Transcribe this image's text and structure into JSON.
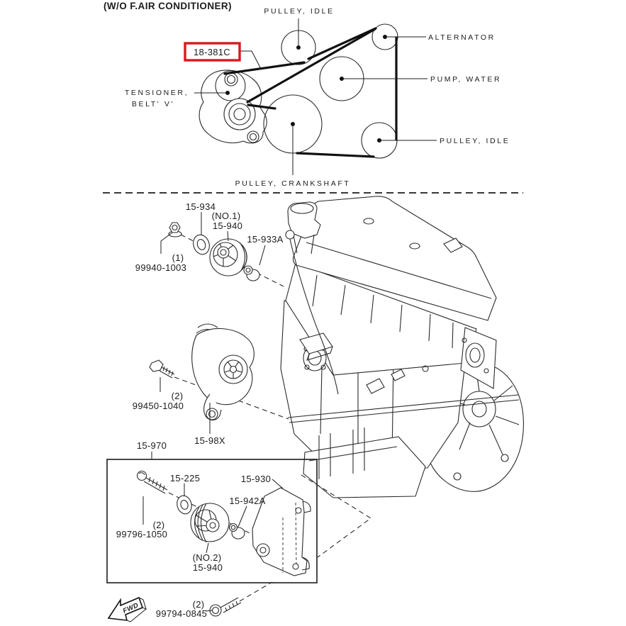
{
  "diagram": {
    "title": "(W/O F.AIR CONDITIONER)",
    "highlight_part": "18-381C",
    "belt_labels": {
      "pulley_idle_top": "PULLEY, IDLE",
      "alternator": "ALTERNATOR",
      "pump_water": "PUMP, WATER",
      "pulley_idle_bottom": "PULLEY, IDLE",
      "tensioner_line1": "TENSIONER,",
      "tensioner_line2": "BELT' V'",
      "pulley_crankshaft": "PULLEY, CRANKSHAFT"
    },
    "parts": {
      "p15_934": "15-934",
      "no1": "(NO.1)",
      "p15_940_no1": "15-940",
      "p15_933a": "15-933A",
      "qty_1": "(1)",
      "p99940_1003": "99940-1003",
      "qty_2a": "(2)",
      "p99450_1040": "99450-1040",
      "p15_98x": "15-98X",
      "p15_970": "15-970",
      "p15_225": "15-225",
      "p15_930": "15-930",
      "p15_942a": "15-942A",
      "qty_2b": "(2)",
      "p99796_1050": "99796-1050",
      "no2": "(NO.2)",
      "p15_940_no2": "15-940",
      "qty_2c": "(2)",
      "p99794_0845": "99794-0845"
    },
    "fwd": "FWD",
    "colors": {
      "highlight": "#d71920",
      "line": "#2b2b2b"
    }
  }
}
